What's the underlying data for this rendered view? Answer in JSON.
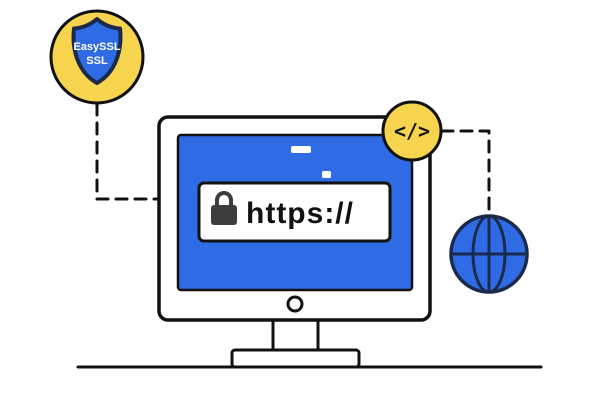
{
  "illustration": {
    "ssl_badge": {
      "line1": "EasySSL",
      "line2": "SSL"
    },
    "address_bar": {
      "url": "https://"
    },
    "code_badge": {
      "label": "</>"
    },
    "colors": {
      "yellow": "#F6D44D",
      "blue": "#2E6BE5",
      "navy": "#1B2A4A",
      "ink": "#111111",
      "lock_gray": "#3D3D3D",
      "white": "#FFFFFF"
    }
  }
}
